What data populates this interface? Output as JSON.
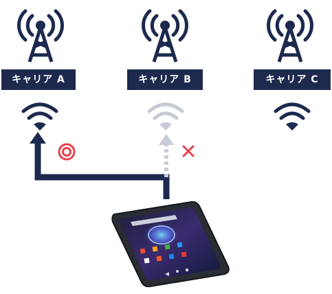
{
  "carriers": [
    {
      "label": "キャリア A"
    },
    {
      "label": "キャリア B"
    },
    {
      "label": "キャリア C"
    }
  ],
  "status": {
    "carrier_a_mark": "◎",
    "carrier_b_mark": "×"
  },
  "colors": {
    "navy": "#1d2a4e",
    "faded_wifi": "#c7ccd4",
    "ok_red": "#e8414d",
    "ng_red": "#e8414d",
    "dotted_arrow": "#c7ccd4"
  },
  "icons": {
    "tower": "signal-tower-icon",
    "wifi": "wifi-icon",
    "phone": "smartphone-icon"
  }
}
